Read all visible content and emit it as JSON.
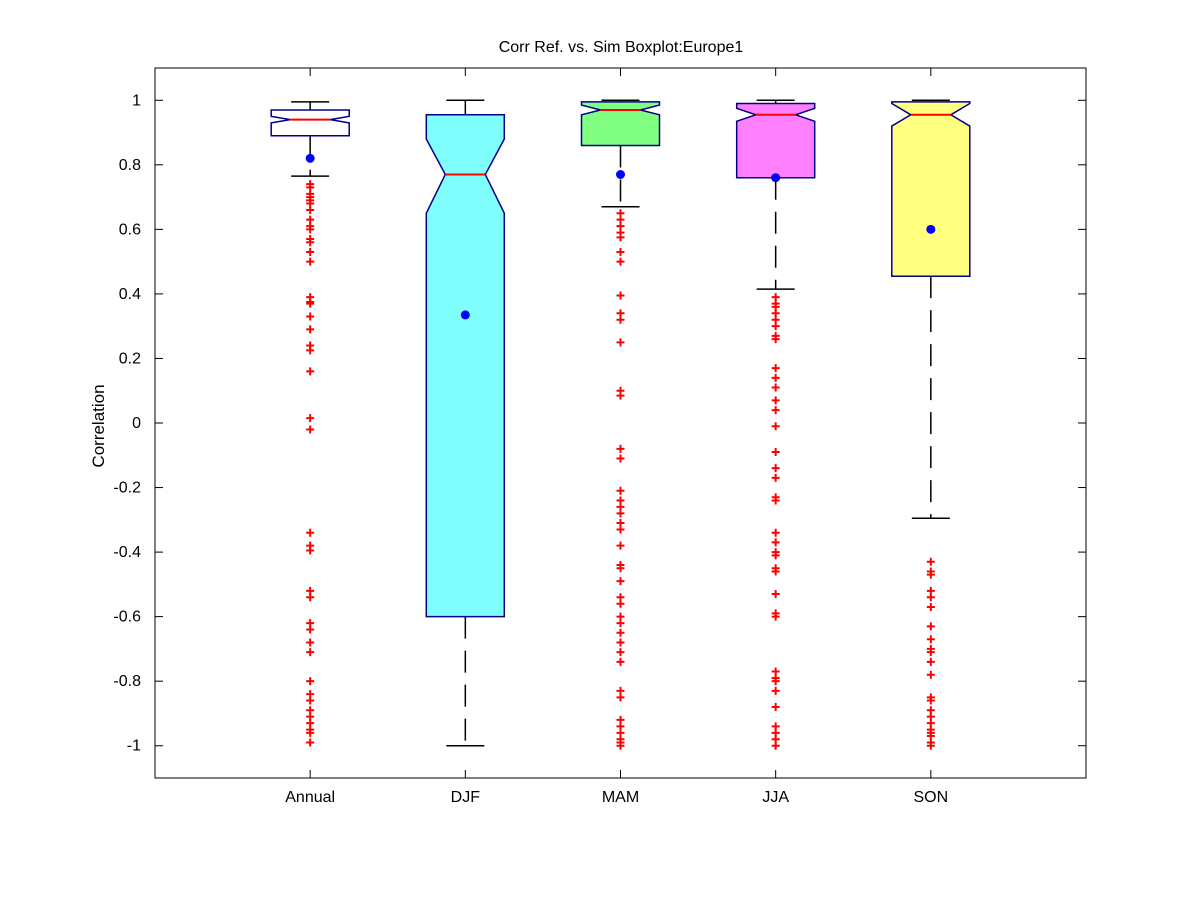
{
  "chart_data": {
    "type": "boxplot",
    "title": "Corr Ref. vs. Sim Boxplot:Europe1",
    "xlabel": "",
    "ylabel": "Correlation",
    "ylim": [
      -1.1,
      1.1
    ],
    "yticks": [
      -1,
      -0.8,
      -0.6,
      -0.4,
      -0.2,
      0,
      0.2,
      0.4,
      0.6,
      0.8,
      1
    ],
    "ytick_labels": [
      "-1",
      "-0.8",
      "-0.6",
      "-0.4",
      "-0.2",
      "0",
      "0.2",
      "0.4",
      "0.6",
      "0.8",
      "1"
    ],
    "xlim": [
      0,
      6
    ],
    "categories": [
      "Annual",
      "DJF",
      "MAM",
      "JJA",
      "SON"
    ],
    "grid": false,
    "notched": true,
    "colors": {
      "box_edge": "#00008b",
      "median": "#ff0000",
      "whisker": "#000000",
      "mean_marker": "#0000ff",
      "outlier": "#ff0000"
    },
    "boxes": [
      {
        "category": "Annual",
        "fill": "#ffffff",
        "q1": 0.89,
        "median": 0.94,
        "q3": 0.97,
        "notch_low": 0.93,
        "notch_high": 0.95,
        "whisker_low": 0.765,
        "whisker_high": 0.995,
        "mean": 0.82,
        "outliers": [
          0.74,
          0.73,
          0.71,
          0.7,
          0.69,
          0.68,
          0.66,
          0.63,
          0.61,
          0.6,
          0.57,
          0.56,
          0.53,
          0.5,
          0.39,
          0.375,
          0.37,
          0.33,
          0.29,
          0.24,
          0.225,
          0.16,
          0.015,
          -0.02,
          -0.34,
          -0.38,
          -0.395,
          -0.52,
          -0.54,
          -0.62,
          -0.64,
          -0.68,
          -0.71,
          -0.8,
          -0.84,
          -0.86,
          -0.89,
          -0.91,
          -0.93,
          -0.95,
          -0.96,
          -0.99
        ]
      },
      {
        "category": "DJF",
        "fill": "#80ffff",
        "q1": -0.6,
        "median": 0.77,
        "q3": 0.955,
        "notch_low": 0.65,
        "notch_high": 0.88,
        "whisker_low": -1.0,
        "whisker_high": 1.0,
        "mean": 0.335,
        "outliers": []
      },
      {
        "category": "MAM",
        "fill": "#80ff80",
        "q1": 0.86,
        "median": 0.97,
        "q3": 0.995,
        "notch_low": 0.955,
        "notch_high": 0.985,
        "whisker_low": 0.67,
        "whisker_high": 1.0,
        "mean": 0.77,
        "outliers": [
          0.65,
          0.63,
          0.61,
          0.59,
          0.575,
          0.53,
          0.5,
          0.395,
          0.34,
          0.32,
          0.25,
          0.1,
          0.085,
          -0.08,
          -0.11,
          -0.21,
          -0.24,
          -0.26,
          -0.28,
          -0.31,
          -0.33,
          -0.38,
          -0.44,
          -0.45,
          -0.49,
          -0.54,
          -0.56,
          -0.6,
          -0.62,
          -0.65,
          -0.68,
          -0.71,
          -0.74,
          -0.83,
          -0.85,
          -0.92,
          -0.94,
          -0.96,
          -0.98,
          -0.99,
          -1.0
        ]
      },
      {
        "category": "JJA",
        "fill": "#ff80ff",
        "q1": 0.76,
        "median": 0.955,
        "q3": 0.99,
        "notch_low": 0.935,
        "notch_high": 0.975,
        "whisker_low": 0.415,
        "whisker_high": 1.0,
        "mean": 0.76,
        "outliers": [
          0.39,
          0.37,
          0.36,
          0.34,
          0.32,
          0.3,
          0.27,
          0.26,
          0.17,
          0.14,
          0.11,
          0.07,
          0.04,
          -0.01,
          -0.09,
          -0.14,
          -0.17,
          -0.23,
          -0.24,
          -0.34,
          -0.37,
          -0.4,
          -0.41,
          -0.45,
          -0.46,
          -0.53,
          -0.59,
          -0.6,
          -0.77,
          -0.79,
          -0.8,
          -0.83,
          -0.88,
          -0.94,
          -0.96,
          -0.98,
          -1.0
        ]
      },
      {
        "category": "SON",
        "fill": "#ffff80",
        "q1": 0.455,
        "median": 0.955,
        "q3": 0.995,
        "notch_low": 0.92,
        "notch_high": 0.99,
        "whisker_low": -0.295,
        "whisker_high": 1.0,
        "mean": 0.6,
        "outliers": [
          -0.43,
          -0.46,
          -0.47,
          -0.52,
          -0.54,
          -0.57,
          -0.63,
          -0.67,
          -0.7,
          -0.71,
          -0.74,
          -0.78,
          -0.85,
          -0.86,
          -0.89,
          -0.91,
          -0.93,
          -0.95,
          -0.96,
          -0.97,
          -0.99,
          -1.0
        ]
      }
    ]
  }
}
